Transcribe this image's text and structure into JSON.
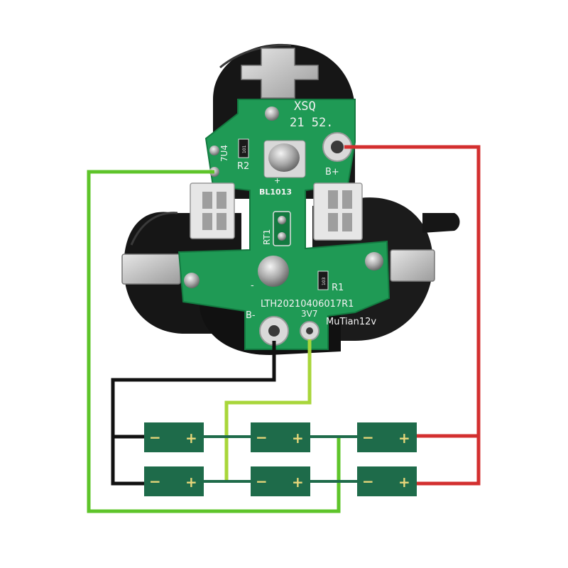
{
  "board": {
    "chip_label": "XSQ",
    "date_code": "21 52.",
    "ic_label": "BL1013",
    "thermistor_label": "RT1",
    "resistor_r2_label": "R2",
    "resistor_r1_label": "R1",
    "part_number": "LTH20210406017R1",
    "brand": "MuTian12v",
    "pad_b_plus": "B+",
    "pad_b_minus": "B-",
    "pad_3v7": "3V7",
    "plus_mark": "+",
    "minus_mark": "-",
    "r2_marking": "7U4",
    "r2_code": "101",
    "r1_code": "103"
  },
  "cells": {
    "minus_sign": "−",
    "plus_sign": "+",
    "count": 6
  },
  "colors": {
    "pcb": "#1f9a55",
    "pcb_dark": "#137a40",
    "cell": "#1e6b4a",
    "wire_red": "#d32f2f",
    "wire_black": "#111111",
    "wire_green": "#5ec42a",
    "wire_yellow_green": "#a8d63a",
    "housing": "#1a1a1a",
    "metal": "#c9c9c9"
  }
}
